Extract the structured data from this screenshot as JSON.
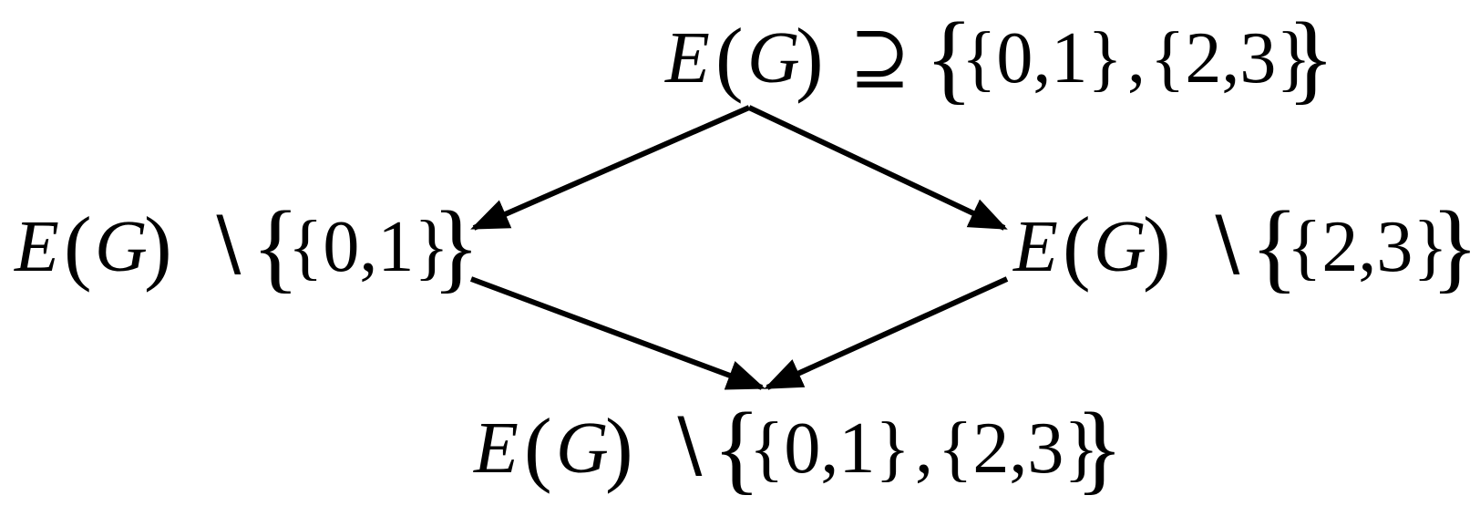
{
  "diagram": {
    "nodes": {
      "top": {
        "E": "E",
        "G": "G",
        "op": "⊇",
        "set1": "{0,1}",
        "comma": ",",
        "set2": "{2,3}"
      },
      "left": {
        "E": "E",
        "G": "G",
        "op": "∖",
        "set1": "{0,1}"
      },
      "right": {
        "E": "E",
        "G": "G",
        "op": "∖",
        "set1": "{2,3}"
      },
      "bottom": {
        "E": "E",
        "G": "G",
        "op": "∖",
        "set1": "{0,1}",
        "comma": ",",
        "set2": "{2,3}"
      }
    },
    "edges": [
      {
        "from": "top",
        "to": "left"
      },
      {
        "from": "top",
        "to": "right"
      },
      {
        "from": "left",
        "to": "bottom"
      },
      {
        "from": "right",
        "to": "bottom"
      }
    ],
    "colors": {
      "ink": "#000000",
      "background": "#ffffff"
    }
  }
}
